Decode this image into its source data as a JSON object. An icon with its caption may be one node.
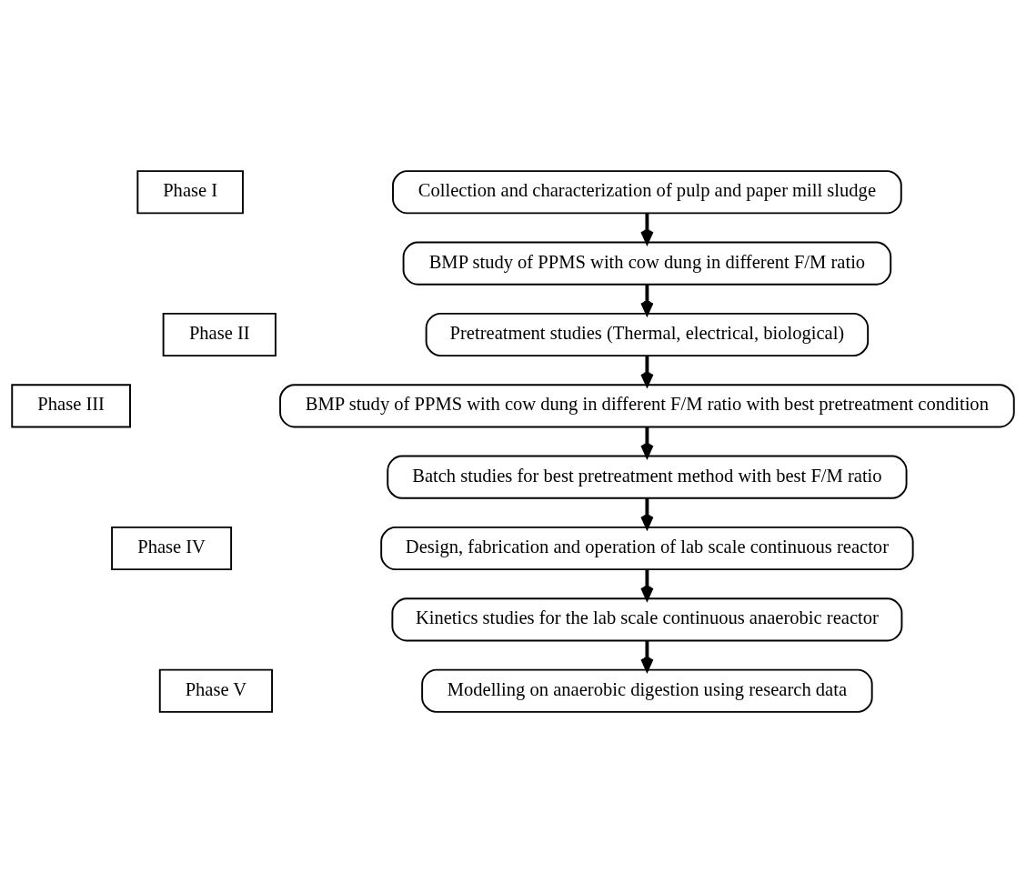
{
  "diagram": {
    "nodes": [
      {
        "text": [
          "Phase I"
        ]
      },
      {
        "text": [
          "Collection and characterization of pulp and paper mill sludge"
        ]
      },
      {
        "text": [
          "BMP study of PPMS with cow dung in different F/M ratio"
        ]
      },
      {
        "text": [
          "Phase II"
        ]
      },
      {
        "text": [
          "Pretreatment studies (Thermal, electrical, biological)"
        ]
      },
      {
        "text": [
          "Phase III"
        ]
      },
      {
        "text": [
          "BMP study of PPMS with cow dung in different F/M ratio with best pretreatment condition"
        ]
      },
      {
        "text": [
          "Batch studies for best pretreatment method with best F/M ratio"
        ]
      },
      {
        "text": [
          "Phase IV"
        ]
      },
      {
        "text": [
          "Design, fabrication and operation of lab scale continuous reactor"
        ]
      },
      {
        "text": [
          "Kinetics studies for the lab scale continuous anaerobic reactor"
        ]
      },
      {
        "text": [
          "Phase V"
        ]
      },
      {
        "text": [
          "Modelling on anaerobic digestion using research data"
        ]
      }
    ],
    "edges": [
      {
        "from": 1,
        "to": 2,
        "arrow": "to"
      },
      {
        "from": 2,
        "to": 4,
        "arrow": "to"
      },
      {
        "from": 4,
        "to": 6,
        "arrow": "to"
      },
      {
        "from": 6,
        "to": 7,
        "arrow": "to"
      },
      {
        "from": 7,
        "to": 9,
        "arrow": "to"
      },
      {
        "from": 9,
        "to": 10,
        "arrow": "to"
      },
      {
        "from": 10,
        "to": 12,
        "arrow": "to"
      }
    ]
  }
}
